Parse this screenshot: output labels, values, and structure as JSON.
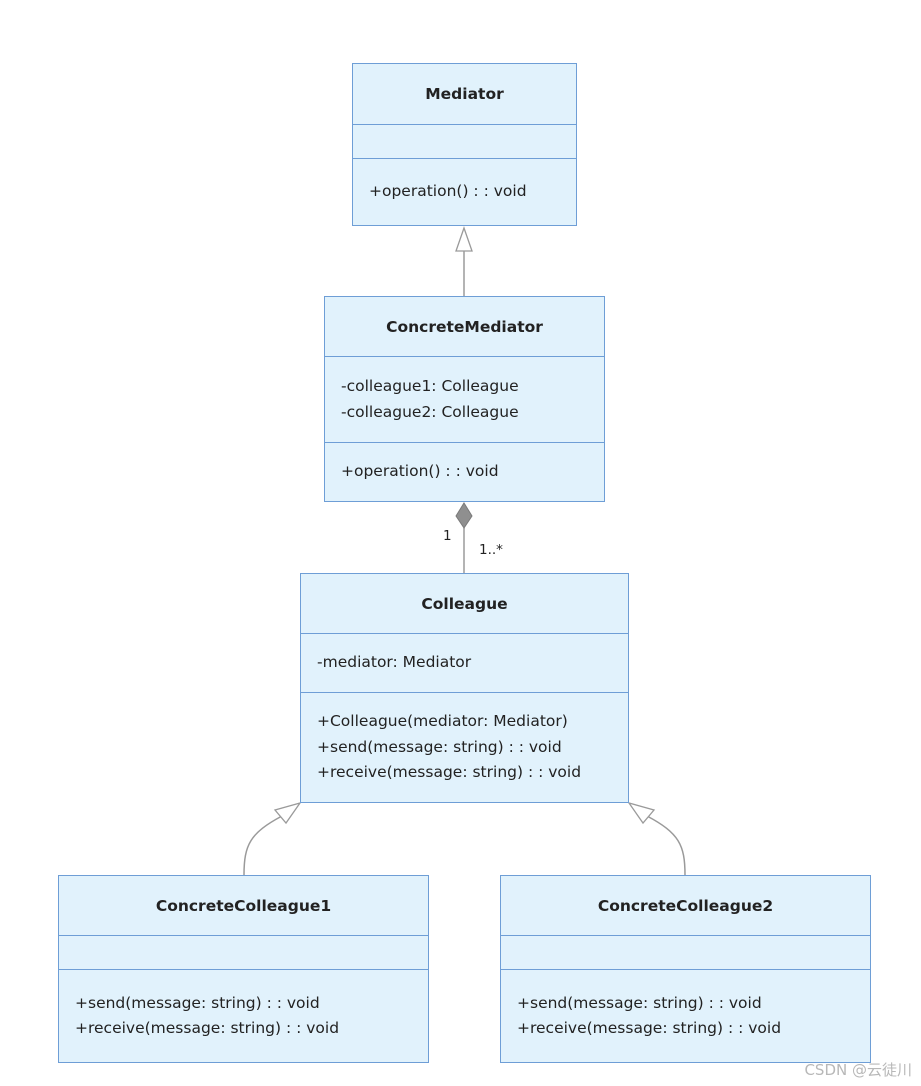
{
  "diagram": {
    "classes": {
      "mediator": {
        "name": "Mediator",
        "attributes": [],
        "methods": [
          "+operation() : : void"
        ]
      },
      "concrete_mediator": {
        "name": "ConcreteMediator",
        "attributes": [
          "-colleague1: Colleague",
          "-colleague2: Colleague"
        ],
        "methods": [
          "+operation() : : void"
        ]
      },
      "colleague": {
        "name": "Colleague",
        "attributes": [
          "-mediator: Mediator"
        ],
        "methods": [
          "+Colleague(mediator: Mediator)",
          "+send(message: string) : : void",
          "+receive(message: string) : : void"
        ]
      },
      "concrete_colleague1": {
        "name": "ConcreteColleague1",
        "attributes": [],
        "methods": [
          "+send(message: string) : : void",
          "+receive(message: string) : : void"
        ]
      },
      "concrete_colleague2": {
        "name": "ConcreteColleague2",
        "attributes": [],
        "methods": [
          "+send(message: string) : : void",
          "+receive(message: string) : : void"
        ]
      }
    },
    "relations": {
      "composition": {
        "source_multiplicity": "1",
        "target_multiplicity": "1..*"
      }
    }
  },
  "watermark": "CSDN @云徒川",
  "colors": {
    "box_fill": "#e1f2fc",
    "box_border": "#6e9ed6",
    "edge": "#9a9a9a"
  }
}
